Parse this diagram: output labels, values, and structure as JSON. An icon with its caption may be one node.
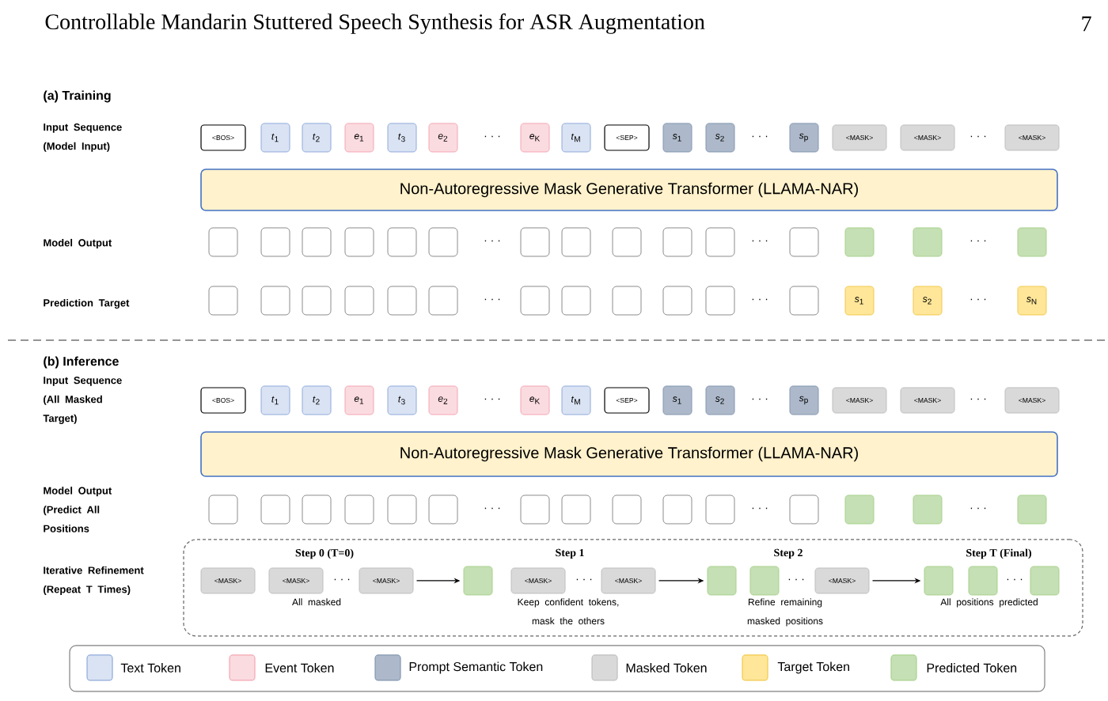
{
  "diagram": {
    "title": "Controllable Mandarin Stuttered Speech Synthesis for ASR Augmentation",
    "nodes": [
      {
        "text": [
          "<BOS>"
        ]
      },
      {
        "text": [
          "*t*$_{1}$"
        ]
      },
      {
        "text": [
          "*t*$_{2}$"
        ]
      },
      {
        "text": [
          "*e*$_{1}$"
        ]
      },
      {
        "text": [
          "*t*$_{3}$"
        ]
      },
      {
        "text": [
          "*e*$_{2}$"
        ]
      },
      {
        "text": [
          "*e*$_{K}$"
        ]
      },
      {
        "text": [
          "*t*$_{M}$"
        ]
      },
      {
        "text": [
          "<SEP>"
        ]
      },
      {
        "text": [
          "*s*$_{1}$"
        ]
      },
      {
        "text": [
          "*s*$_{2}$"
        ]
      },
      {
        "text": [
          "*s*$_{p}$"
        ]
      },
      {
        "text": [
          "<MASK>"
        ]
      },
      {
        "text": [
          "<MASK>"
        ]
      },
      {
        "text": [
          "<MASK>"
        ]
      },
      {
        "text": [
          "Non-Autoregressive Mask Generative Transformer (LLAMA-NAR)"
        ]
      },
      {
        "text": [],
        "shape": "box"
      },
      {
        "text": [],
        "shape": "box"
      },
      {
        "text": [],
        "shape": "box"
      },
      {
        "text": [],
        "shape": "box"
      },
      {
        "text": [],
        "shape": "box"
      },
      {
        "text": [],
        "shape": "box"
      },
      {
        "text": [],
        "shape": "box"
      },
      {
        "text": [],
        "shape": "box"
      },
      {
        "text": [],
        "shape": "box"
      },
      {
        "text": [],
        "shape": "box"
      },
      {
        "text": [],
        "shape": "box"
      },
      {
        "text": [],
        "shape": "box"
      },
      {
        "text": [],
        "shape": "box"
      },
      {
        "text": [],
        "shape": "box"
      },
      {
        "text": [],
        "shape": "box"
      },
      {
        "text": [],
        "shape": "box"
      },
      {
        "text": [],
        "shape": "box"
      },
      {
        "text": [],
        "shape": "box"
      },
      {
        "text": [],
        "shape": "box"
      },
      {
        "text": [],
        "shape": "box"
      },
      {
        "text": [],
        "shape": "box"
      },
      {
        "text": [],
        "shape": "box"
      },
      {
        "text": [],
        "shape": "box"
      },
      {
        "text": [],
        "shape": "box"
      },
      {
        "text": [],
        "shape": "box"
      },
      {
        "text": [],
        "shape": "box"
      },
      {
        "text": [],
        "shape": "box"
      },
      {
        "text": [
          "*s*$_{1}$"
        ]
      },
      {
        "text": [
          "*s*$_{2}$"
        ]
      },
      {
        "text": [
          "*s*$_{N}$"
        ]
      },
      {
        "text": [
          "<BOS>"
        ]
      },
      {
        "text": [
          "*t*$_{1}$"
        ]
      },
      {
        "text": [
          "*t*$_{2}$"
        ]
      },
      {
        "text": [
          "*e*$_{1}$"
        ]
      },
      {
        "text": [
          "*t*$_{3}$"
        ]
      },
      {
        "text": [
          "*e*$_{2}$"
        ]
      },
      {
        "text": [
          "*e*$_{K}$"
        ]
      },
      {
        "text": [
          "*t*$_{M}$"
        ]
      },
      {
        "text": [
          "<SEP>"
        ]
      },
      {
        "text": [
          "*s*$_{1}$"
        ]
      },
      {
        "text": [
          "*s*$_{2}$"
        ]
      },
      {
        "text": [
          "*s*$_{p}$"
        ]
      },
      {
        "text": [
          "<MASK>"
        ]
      },
      {
        "text": [
          "<MASK>"
        ]
      },
      {
        "text": [
          "<MASK>"
        ]
      },
      {
        "text": [
          "Non-Autoregressive Mask Generative Transformer (LLAMA-NAR)"
        ]
      },
      {
        "text": [],
        "shape": "box"
      },
      {
        "text": [],
        "shape": "box"
      },
      {
        "text": [],
        "shape": "box"
      },
      {
        "text": [],
        "shape": "box"
      },
      {
        "text": [],
        "shape": "box"
      },
      {
        "text": [],
        "shape": "box"
      },
      {
        "text": [],
        "shape": "box"
      },
      {
        "text": [],
        "shape": "box"
      },
      {
        "text": [],
        "shape": "box"
      },
      {
        "text": [],
        "shape": "box"
      },
      {
        "text": [],
        "shape": "box"
      },
      {
        "text": [],
        "shape": "box"
      },
      {
        "text": [],
        "shape": "box"
      },
      {
        "text": [],
        "shape": "box"
      },
      {
        "text": [],
        "shape": "box"
      },
      {
        "text": [],
        "shape": "box"
      },
      {
        "text": [
          "<MASK>"
        ],
        "in": 77
      },
      {
        "text": [
          "<MASK>"
        ],
        "in": 77
      },
      {
        "text": [
          "<MASK>"
        ],
        "in": 77
      },
      {
        "text": [],
        "shape": "box",
        "in": 77
      },
      {
        "text": [
          "<MASK>"
        ],
        "in": 77
      },
      {
        "text": [
          "<MASK>"
        ],
        "in": 77
      },
      {
        "text": [],
        "shape": "box",
        "in": 77
      },
      {
        "text": [],
        "shape": "box",
        "in": 77
      },
      {
        "text": [
          "<MASK>"
        ],
        "in": 77
      },
      {
        "text": [],
        "shape": "box",
        "in": 77
      },
      {
        "text": [],
        "shape": "box",
        "in": 77
      },
      {
        "text": [],
        "shape": "box",
        "in": 77
      }
    ],
    "edges": [
      {
        "from": 80,
        "to": 81,
        "arrow": "to"
      },
      {
        "from": 83,
        "to": 84,
        "arrow": "to"
      },
      {
        "from": 86,
        "to": 87,
        "arrow": "to"
      }
    ],
    "labels": [
      "7",
      "(a) Training",
      "Input Sequence (Model Input)",
      "· · ·",
      "· · ·",
      "· · ·",
      "Model Output",
      "· · ·",
      "· · ·",
      "· · ·",
      "Prediction Target",
      "· · ·",
      "· · ·",
      "· · ·",
      "(b) Inference",
      "Input Sequence (All Masked Target)",
      "· · ·",
      "· · ·",
      "· · ·",
      "Model Output (Predict All Positions",
      "· · ·",
      "· · ·",
      "· · ·",
      "Iterative Refinement (Repeat T Times)",
      "Step 0 (T=0)",
      "Step 1",
      "Step 2",
      "Step T (Final)",
      "· · ·",
      "· · ·",
      "· · ·",
      "· · ·",
      "All masked",
      "Keep confident tokens, mask the others",
      "Refine remaining masked positions",
      "All positions predicted"
    ],
    "legend": [
      {
        "text": "Text Token",
        "color": "#dae3f3"
      },
      {
        "text": "Event Token",
        "color": "#fadbe0"
      },
      {
        "text": "Prompt Semantic Token",
        "color": "#adb9ca"
      },
      {
        "text": "Masked Token",
        "color": "#d9d9d9"
      },
      {
        "text": "Target Token",
        "color": "#ffe699"
      },
      {
        "text": "Predicted Token",
        "color": "#c5e0b4"
      }
    ]
  }
}
